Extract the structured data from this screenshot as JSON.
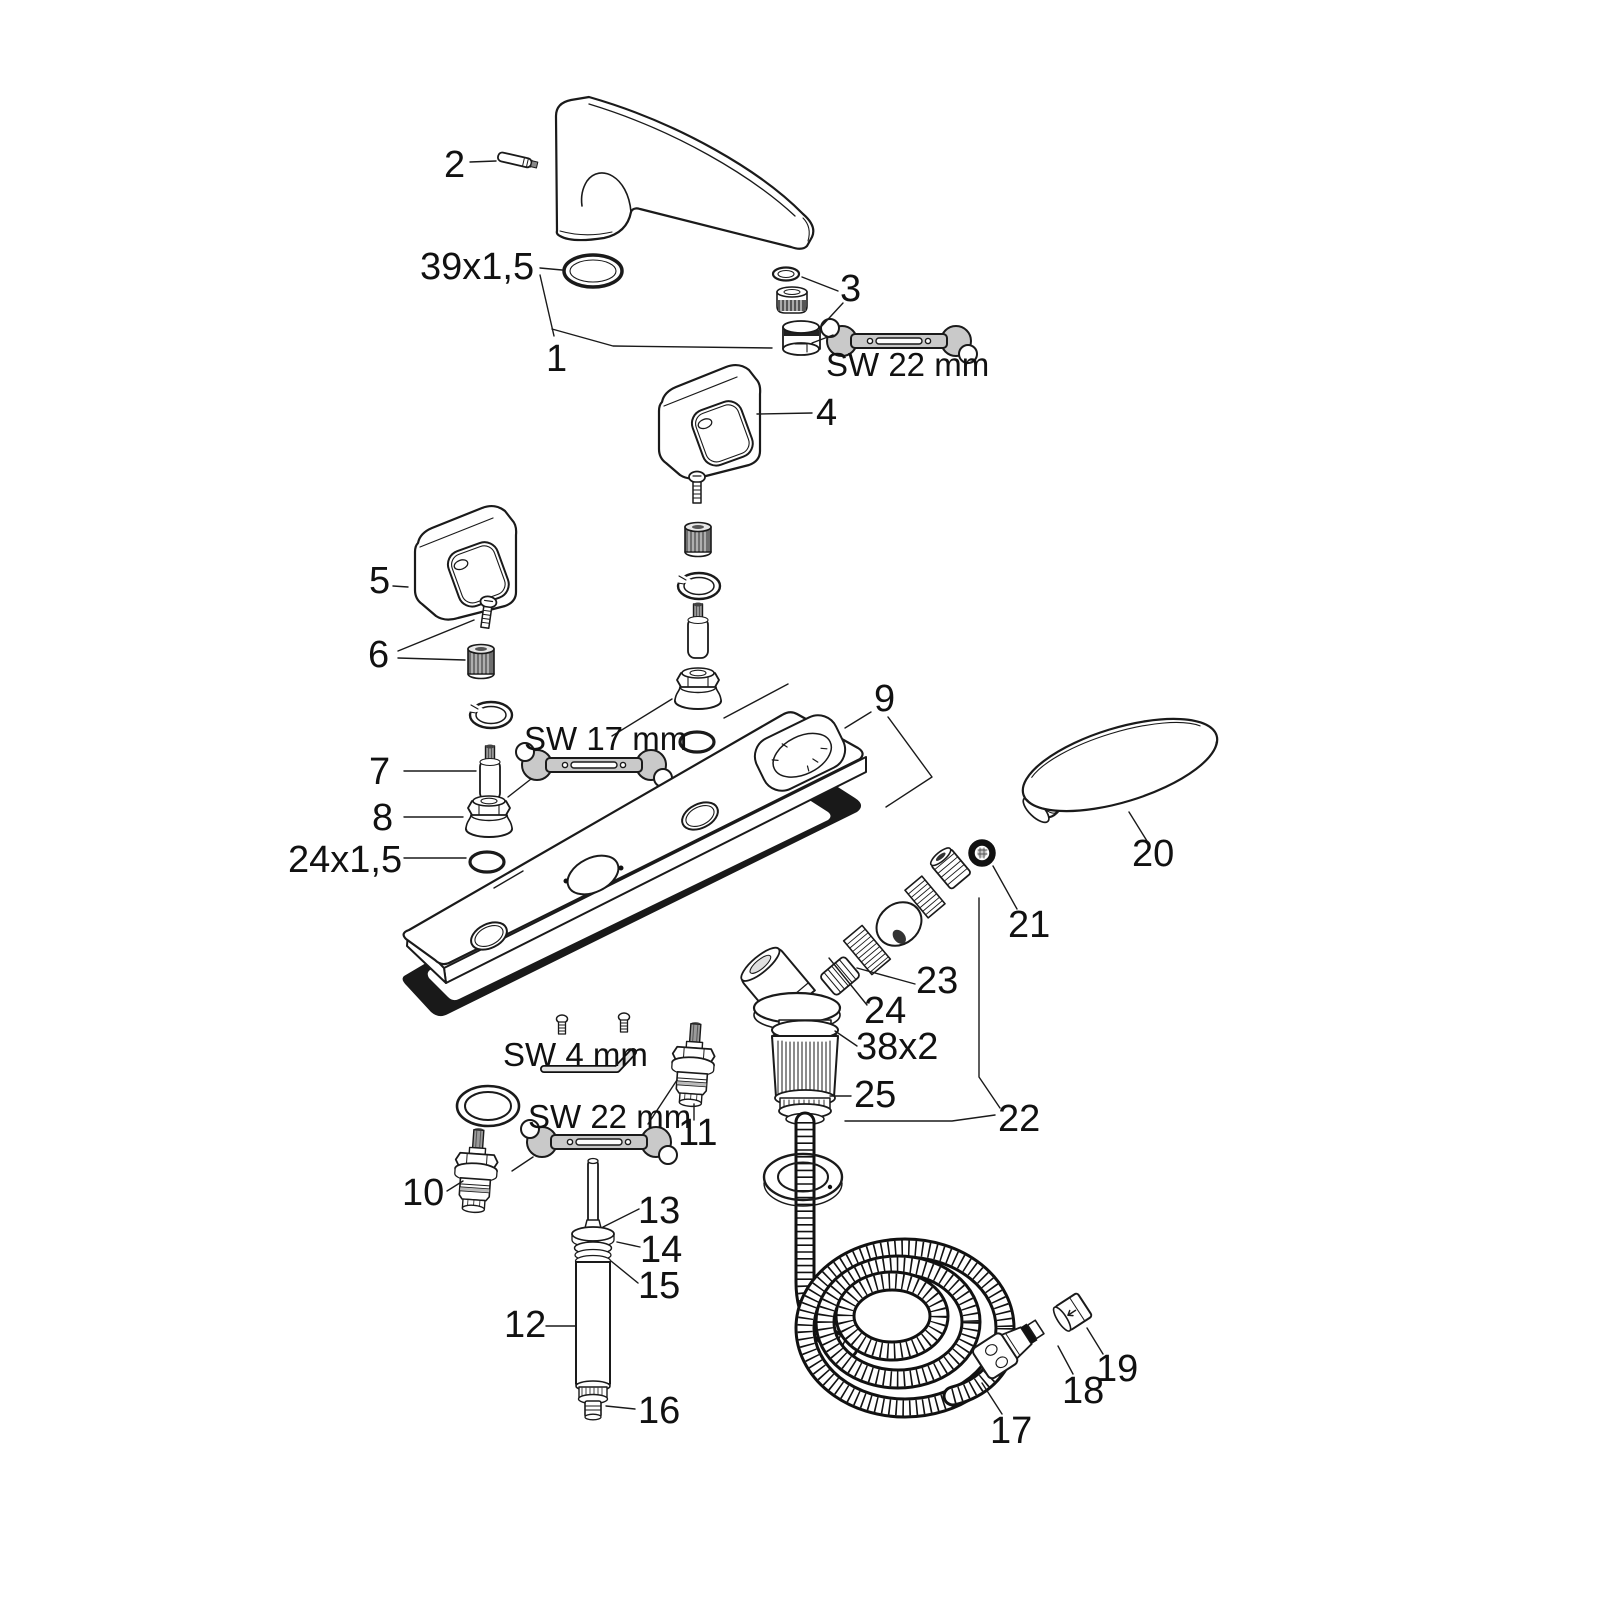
{
  "diagram": {
    "kind": "exploded-parts-diagram",
    "background_color": "#ffffff",
    "line_color": "#1a1a1a",
    "tool_fill_color": "#c9c9c9",
    "gasket_color": "#191919",
    "part_numbers": {
      "p1": "1",
      "p2": "2",
      "p3": "3",
      "p4": "4",
      "p5": "5",
      "p6": "6",
      "p7": "7",
      "p8": "8",
      "p9": "9",
      "p10": "10",
      "p11": "11",
      "p12": "12",
      "p13": "13",
      "p14": "14",
      "p15": "15",
      "p16": "16",
      "p17": "17",
      "p18": "18",
      "p19": "19",
      "p20": "20",
      "p21": "21",
      "p22": "22",
      "p23": "23",
      "p24": "24",
      "p25": "25"
    },
    "dimension_labels": {
      "spout_oring": "39x1,5",
      "valve_oring": "24x1,5",
      "diverter_oring": "38x2"
    },
    "tool_labels": {
      "wrench_22_top": "SW 22 mm",
      "wrench_17": "SW 17 mm",
      "hex_key_4": "SW 4 mm",
      "wrench_22_bottom": "SW 22 mm"
    }
  }
}
